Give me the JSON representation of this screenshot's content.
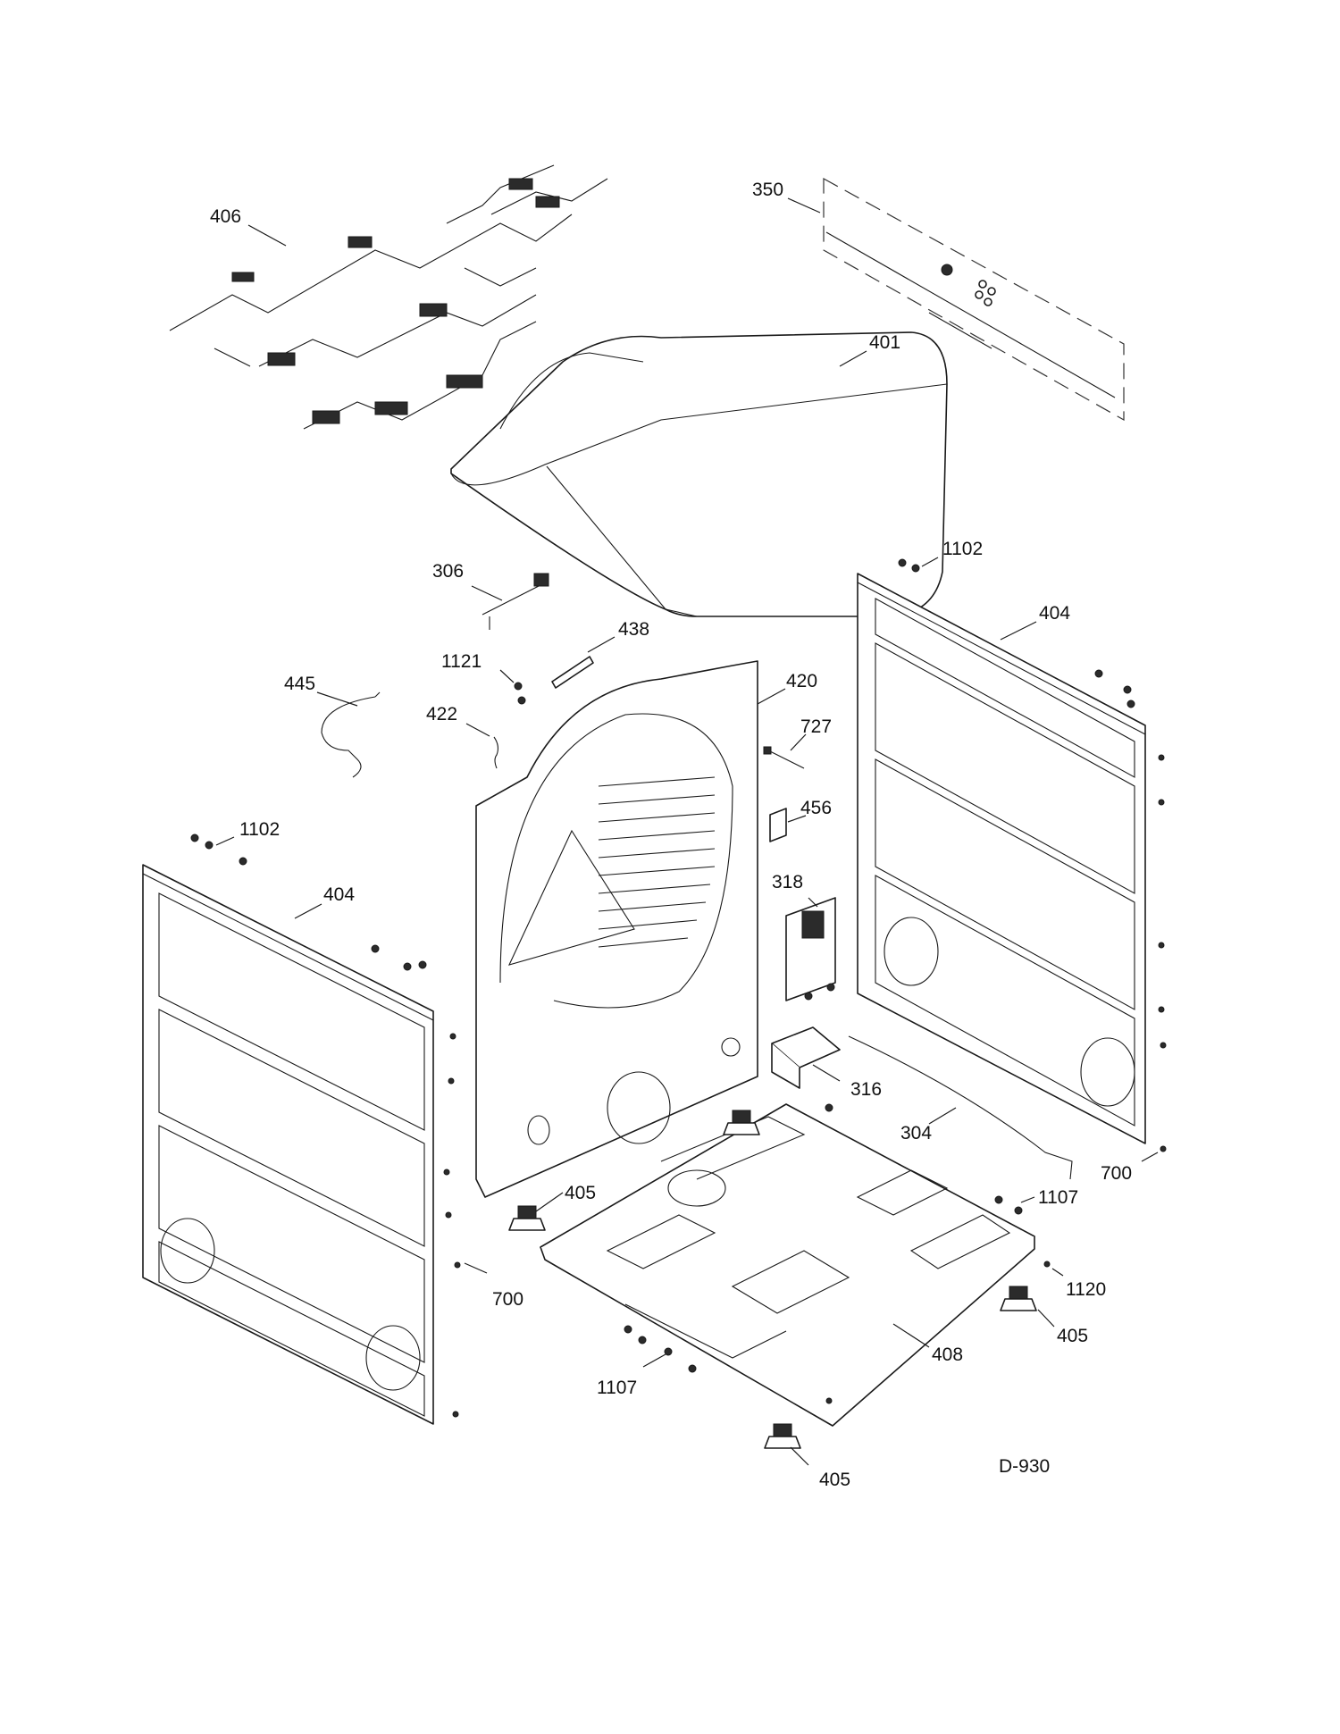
{
  "callouts": [
    {
      "id": "406",
      "label": "406"
    },
    {
      "id": "350",
      "label": "350"
    },
    {
      "id": "401",
      "label": "401"
    },
    {
      "id": "306",
      "label": "306"
    },
    {
      "id": "438",
      "label": "438"
    },
    {
      "id": "1121",
      "label": "1121"
    },
    {
      "id": "445",
      "label": "445"
    },
    {
      "id": "422",
      "label": "422"
    },
    {
      "id": "420",
      "label": "420"
    },
    {
      "id": "727",
      "label": "727"
    },
    {
      "id": "456",
      "label": "456"
    },
    {
      "id": "318",
      "label": "318"
    },
    {
      "id": "316",
      "label": "316"
    },
    {
      "id": "304",
      "label": "304"
    },
    {
      "id": "1102_right",
      "label": "1102"
    },
    {
      "id": "404_right",
      "label": "404"
    },
    {
      "id": "700_right",
      "label": "700"
    },
    {
      "id": "1107_right",
      "label": "1107"
    },
    {
      "id": "1120",
      "label": "1120"
    },
    {
      "id": "405_right",
      "label": "405"
    },
    {
      "id": "1102_left",
      "label": "1102"
    },
    {
      "id": "404_left",
      "label": "404"
    },
    {
      "id": "405_left",
      "label": "405"
    },
    {
      "id": "700_left",
      "label": "700"
    },
    {
      "id": "408",
      "label": "408"
    },
    {
      "id": "1107_left",
      "label": "1107"
    },
    {
      "id": "405_bottom",
      "label": "405"
    }
  ],
  "diagram_code": "D-930",
  "colors": {
    "ink": "#1a1a1a",
    "background": "#ffffff"
  }
}
